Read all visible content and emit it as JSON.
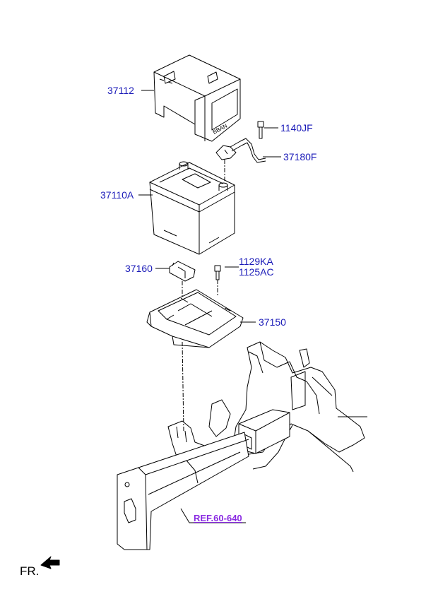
{
  "diagram": {
    "parts": [
      {
        "id": "cover",
        "number": "37112"
      },
      {
        "id": "bolt-top",
        "number": "1140JF"
      },
      {
        "id": "cable",
        "number": "37180F"
      },
      {
        "id": "battery",
        "number": "37110A"
      },
      {
        "id": "clamp",
        "number": "37160"
      },
      {
        "id": "bolt-a",
        "number": "1129KA"
      },
      {
        "id": "bolt-b",
        "number": "1125AC"
      },
      {
        "id": "tray",
        "number": "37150"
      }
    ],
    "reference": "REF.60-640",
    "front_marker": "FR.",
    "colors": {
      "part_number": "#1a1ab8",
      "reference": "#8a2be2",
      "line": "#000000"
    }
  }
}
